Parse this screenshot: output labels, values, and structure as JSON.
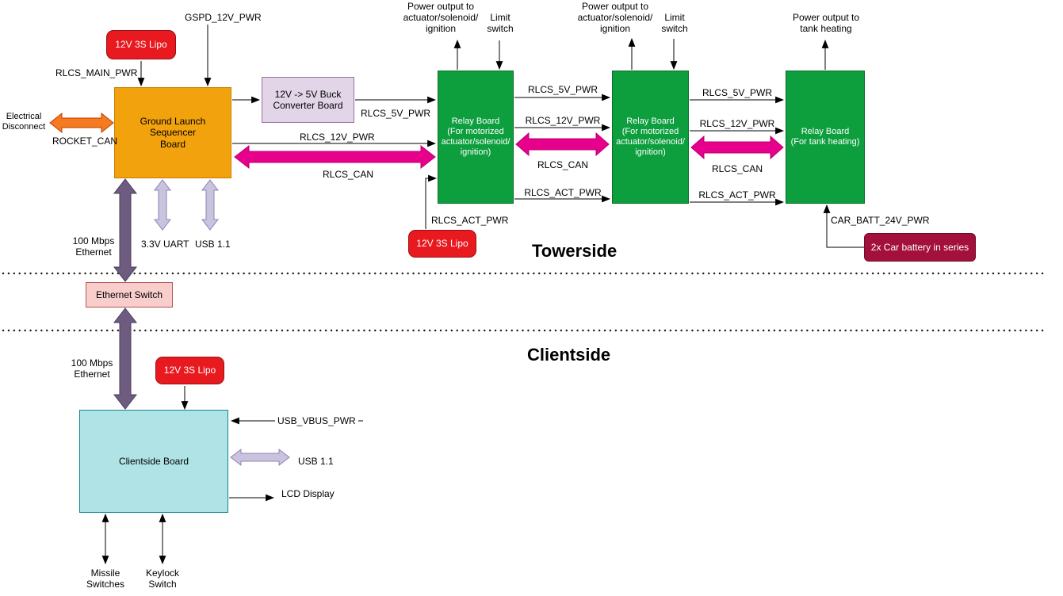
{
  "diagram": {
    "towerside_title": "Towerside",
    "clientside_title": "Clientside"
  },
  "tower": {
    "gspd_pwr": "GSPD_12V_PWR",
    "lipo_main": "12V 3S Lipo",
    "rlcs_main_pwr": "RLCS_MAIN_PWR",
    "electrical_disconnect": "Electrical\nDisconnect",
    "rocket_can": "ROCKET_CAN",
    "glsb": "Ground Launch Sequencer\nBoard",
    "buck": "12V -> 5V Buck\nConverter Board",
    "glsb_relay1": {
      "pwr5": "RLCS_5V_PWR",
      "pwr12": "RLCS_12V_PWR",
      "can": "RLCS_CAN"
    },
    "relay1": "Relay Board\n(For motorized\nactuator/solenoid/\nignition)",
    "relay2": "Relay Board\n(For motorized\nactuator/solenoid/\nignition)",
    "relay3": "Relay Board\n(For tank heating)",
    "relay1_top": {
      "power_out": "Power output to\nactuator/solenoid/\nignition",
      "limit": "Limit\nswitch"
    },
    "relay2_top": {
      "power_out": "Power output to\nactuator/solenoid/\nignition",
      "limit": "Limit\nswitch"
    },
    "relay3_top": {
      "power_out": "Power output to\ntank heating"
    },
    "relay12": {
      "pwr5": "RLCS_5V_PWR",
      "pwr12": "RLCS_12V_PWR",
      "can": "RLCS_CAN",
      "act": "RLCS_ACT_PWR"
    },
    "relay23": {
      "pwr5": "RLCS_5V_PWR",
      "pwr12": "RLCS_12V_PWR",
      "can": "RLCS_CAN",
      "act": "RLCS_ACT_PWR"
    },
    "rlcs_act_pwr": "RLCS_ACT_PWR",
    "lipo_relay": "12V 3S Lipo",
    "car_batt_pwr": "CAR_BATT_24V_PWR",
    "car_battery": "2x Car battery in series",
    "ethernet_label": "100 Mbps\nEthernet",
    "uart_label": "3.3V UART",
    "usb_label": "USB 1.1"
  },
  "middle": {
    "ethernet_switch": "Ethernet Switch"
  },
  "client": {
    "ethernet_label": "100 Mbps\nEthernet",
    "lipo": "12V 3S Lipo",
    "board": "Clientside Board",
    "usb_vbus": "USB_VBUS_PWR",
    "usb11": "USB 1.1",
    "lcd": "LCD Display",
    "missile": "Missile\nSwitches",
    "keylock": "Keylock\nSwitch"
  },
  "colors": {
    "lipo_red": "#e8191f",
    "battery_crimson": "#a3103c",
    "sequencer_orange": "#f2a20c",
    "buck_lavender": "#e1d5e7",
    "relay_green": "#0d9e3d",
    "client_cyan": "#b0e3e6",
    "switch_pink": "#f8cecc",
    "can_magenta": "#e6008c",
    "ethernet_purple": "#6d5c80",
    "usb_lavender": "#c9c3de",
    "disconnect_orange": "#f47b20"
  }
}
